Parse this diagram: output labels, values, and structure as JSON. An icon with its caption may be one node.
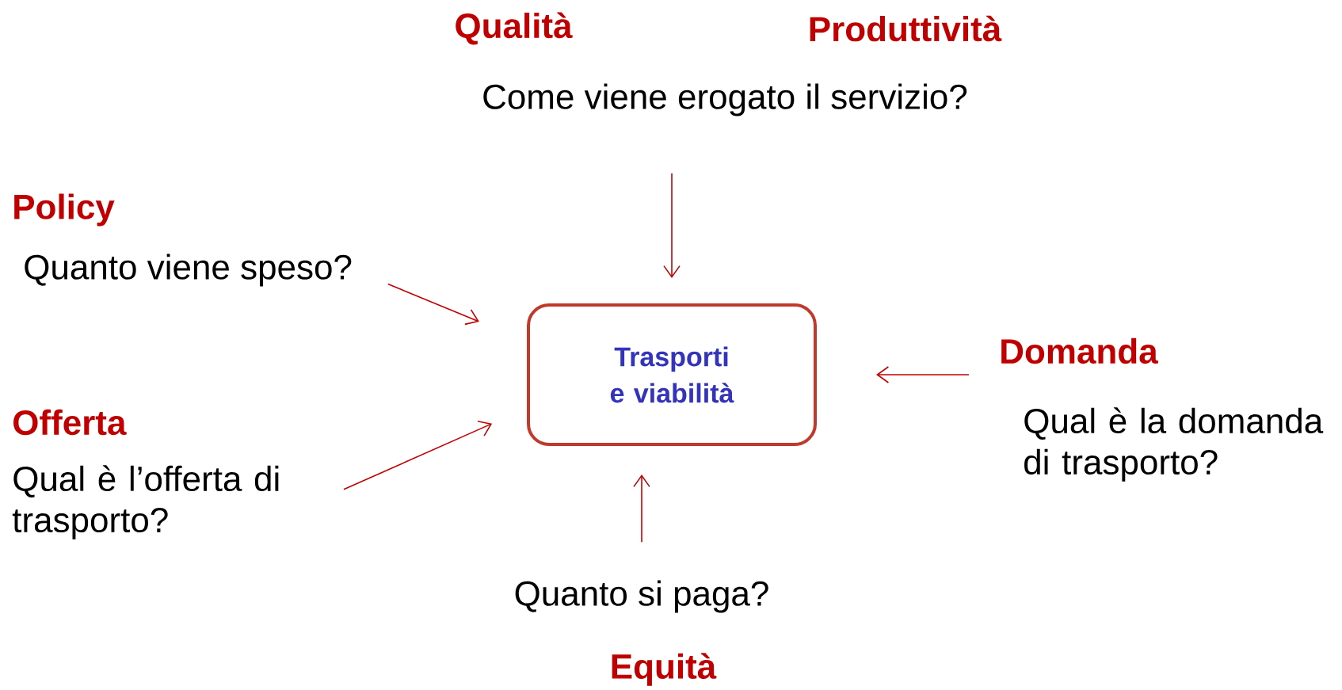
{
  "diagram": {
    "nodes": [
      {
        "text": [
          "Qualità",
          "Produttività",
          "Come viene erogato il servizio?"
        ]
      },
      {
        "text": [
          "Policy",
          "Quanto viene speso?"
        ]
      },
      {
        "text": [
          "Trasporti e viabilità"
        ]
      },
      {
        "text": [
          "Domanda",
          "Qual è la domanda di trasporto?"
        ]
      },
      {
        "text": [
          "Offerta",
          "Qual è l’offerta di trasporto?"
        ]
      },
      {
        "text": [
          "Quanto si paga?",
          "Equità"
        ]
      }
    ],
    "edges": [
      {
        "from": 0,
        "to": 2,
        "arrow": "to"
      },
      {
        "from": 1,
        "to": 2,
        "arrow": "to"
      },
      {
        "from": 3,
        "to": 2,
        "arrow": "to"
      },
      {
        "from": 4,
        "to": 2,
        "arrow": "to"
      },
      {
        "from": 5,
        "to": 2,
        "arrow": "to"
      }
    ]
  }
}
